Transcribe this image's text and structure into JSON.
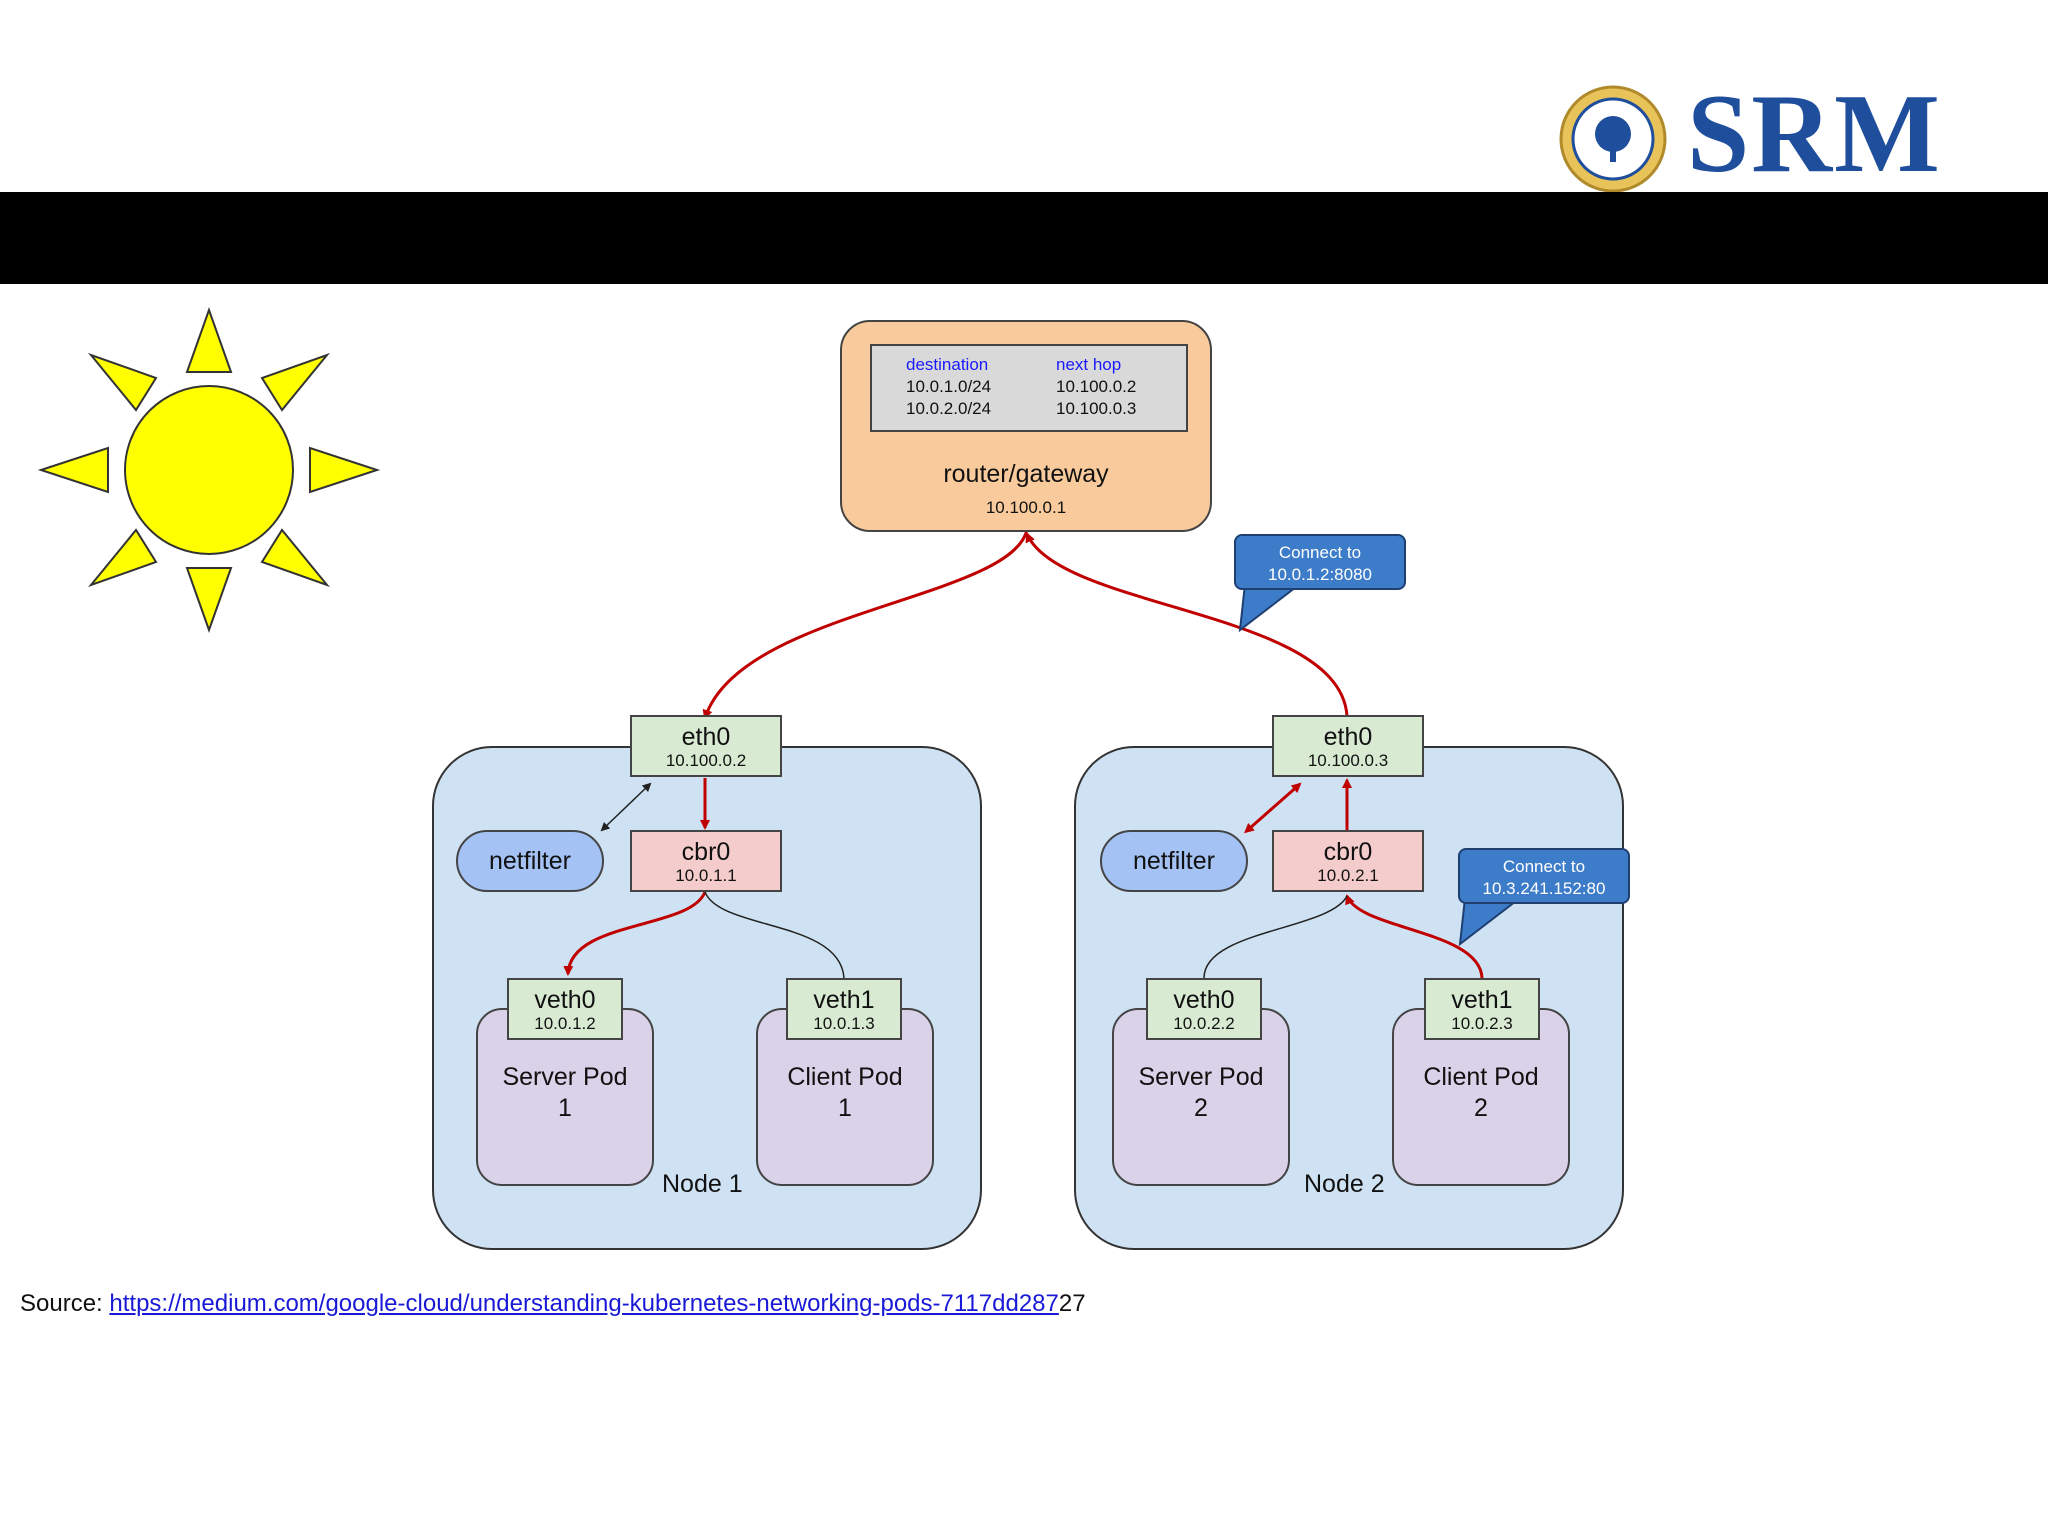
{
  "logo": {
    "text": "SRM"
  },
  "source": {
    "label": "Source:",
    "link_text": "https://medium.com/google-cloud/understanding-kubernetes-networking-pods-7117dd287",
    "trailing": "27"
  },
  "diagram": {
    "router": {
      "name": "router/gateway",
      "ip": "10.100.0.1",
      "table": {
        "headers": [
          "destination",
          "next hop"
        ],
        "rows": [
          [
            "10.0.1.0/24",
            "10.100.0.2"
          ],
          [
            "10.0.2.0/24",
            "10.100.0.3"
          ]
        ]
      }
    },
    "callouts": {
      "top": {
        "line1": "Connect to",
        "line2": "10.0.1.2:8080"
      },
      "node2": {
        "line1": "Connect to",
        "line2": "10.3.241.152:80"
      }
    },
    "node1": {
      "label": "Node 1",
      "eth0": {
        "name": "eth0",
        "ip": "10.100.0.2"
      },
      "cbr0": {
        "name": "cbr0",
        "ip": "10.0.1.1"
      },
      "netfilter": "netfilter",
      "veth0": {
        "name": "veth0",
        "ip": "10.0.1.2"
      },
      "veth1": {
        "name": "veth1",
        "ip": "10.0.1.3"
      },
      "pod_a": {
        "line1": "Server Pod",
        "line2": "1"
      },
      "pod_b": {
        "line1": "Client Pod",
        "line2": "1"
      }
    },
    "node2": {
      "label": "Node 2",
      "eth0": {
        "name": "eth0",
        "ip": "10.100.0.3"
      },
      "cbr0": {
        "name": "cbr0",
        "ip": "10.0.2.1"
      },
      "netfilter": "netfilter",
      "veth0": {
        "name": "veth0",
        "ip": "10.0.2.2"
      },
      "veth1": {
        "name": "veth1",
        "ip": "10.0.2.3"
      },
      "pod_a": {
        "line1": "Server Pod",
        "line2": "2"
      },
      "pod_b": {
        "line1": "Client Pod",
        "line2": "2"
      }
    }
  },
  "colors": {
    "traffic_arrow": "#c00000",
    "node_bg": "#cfe2f3",
    "router_bg": "#f9cb9c",
    "callout_bg": "#3d7cc9",
    "sun": "#ffff00"
  }
}
